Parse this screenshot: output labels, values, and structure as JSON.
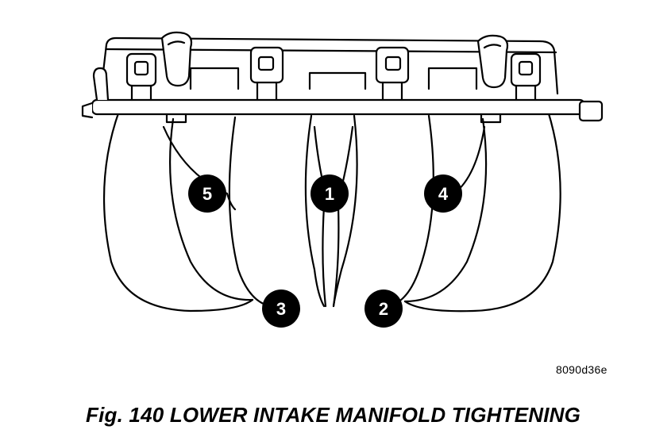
{
  "figure": {
    "reference_code": "8090d36e",
    "caption": "Fig. 140 LOWER INTAKE MANIFOLD TIGHTENING"
  },
  "tightening_sequence": {
    "badges": [
      {
        "label": "1"
      },
      {
        "label": "2"
      },
      {
        "label": "3"
      },
      {
        "label": "4"
      },
      {
        "label": "5"
      }
    ]
  },
  "colors": {
    "ink": "#000000",
    "paper": "#ffffff",
    "badge_text": "#ffffff"
  }
}
